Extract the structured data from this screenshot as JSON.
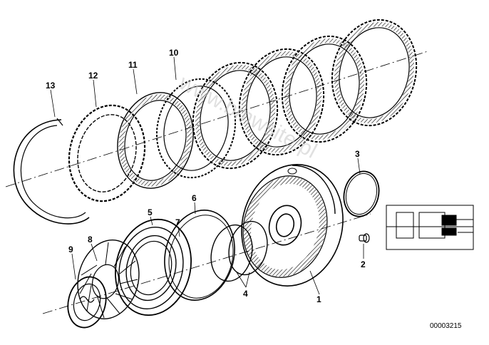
{
  "diagram": {
    "parts": [
      {
        "id": "1",
        "label": "1"
      },
      {
        "id": "2",
        "label": "2"
      },
      {
        "id": "3",
        "label": "3"
      },
      {
        "id": "4",
        "label": "4"
      },
      {
        "id": "5",
        "label": "5"
      },
      {
        "id": "6",
        "label": "6"
      },
      {
        "id": "7",
        "label": "7"
      },
      {
        "id": "8",
        "label": "8"
      },
      {
        "id": "9",
        "label": "9"
      },
      {
        "id": "10",
        "label": "10"
      },
      {
        "id": "11",
        "label": "11"
      },
      {
        "id": "12",
        "label": "12"
      },
      {
        "id": "13",
        "label": "13"
      }
    ],
    "document_number": "00003215",
    "watermark": "www.bmwsite.pl",
    "colors": {
      "ink": "#000000",
      "watermark": "#c8c8c8",
      "background": "#ffffff"
    }
  }
}
